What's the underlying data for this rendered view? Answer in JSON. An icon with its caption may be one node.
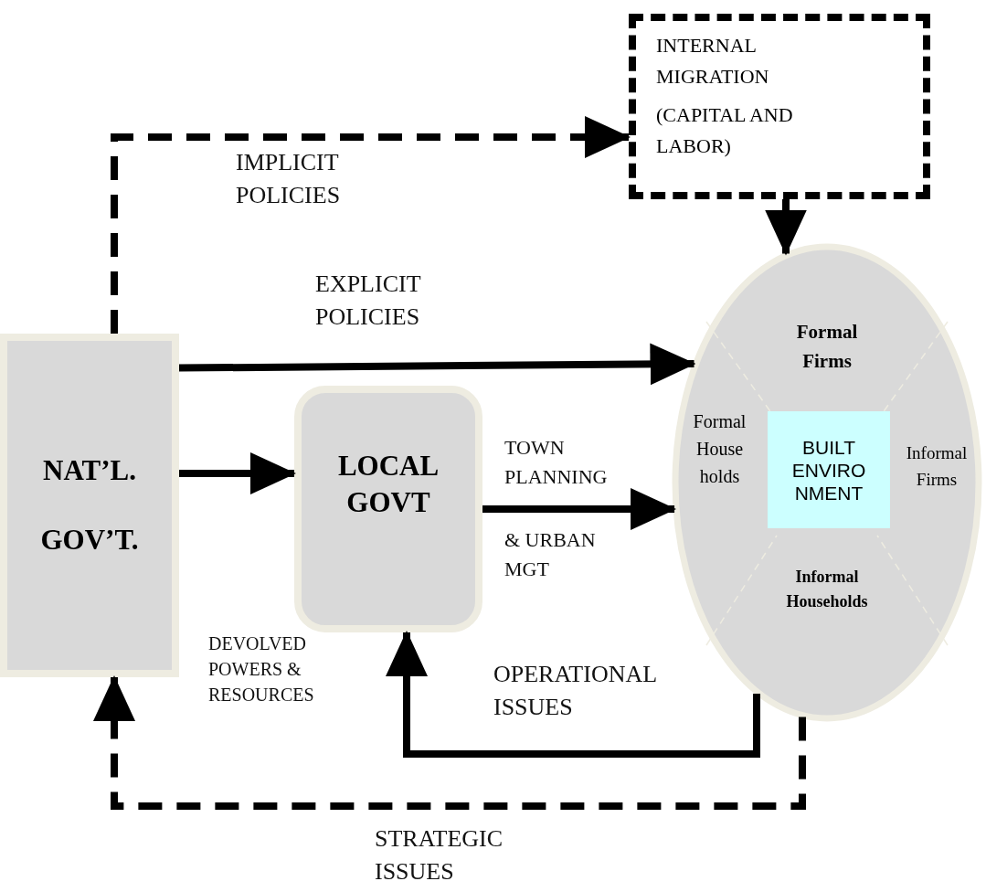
{
  "diagram": {
    "nodes": [
      {
        "text": [
          "NAT’L.",
          "GOV’T."
        ]
      },
      {
        "text": [
          "LOCAL GOVT"
        ]
      },
      {
        "text": [
          "INTERNAL MIGRATION",
          "(CAPITAL AND LABOR)"
        ]
      },
      {
        "text": [
          "Formal Firms",
          "Formal House holds",
          "Informal Firms",
          "Informal Households"
        ]
      },
      {
        "text": [
          "BUILT ENVIRO NMENT"
        ],
        "in": 3
      }
    ],
    "edges": [
      {
        "from": 0,
        "to": 2,
        "arrow": "to",
        "style": "dashed"
      },
      {
        "from": 0,
        "to": 3,
        "arrow": "to"
      },
      {
        "from": 0,
        "to": 1,
        "arrow": "to"
      },
      {
        "from": 1,
        "to": 3,
        "arrow": "to"
      },
      {
        "from": 2,
        "to": 3,
        "arrow": "to"
      },
      {
        "from": 3,
        "to": 1,
        "arrow": "to"
      },
      {
        "from": 3,
        "to": 0,
        "arrow": "to",
        "style": "dashed"
      }
    ],
    "labels": [
      "IMPLICIT POLICIES",
      "EXPLICIT POLICIES",
      "TOWN PLANNING",
      "& URBAN MGT",
      "DEVOLVED POWERS & RESOURCES",
      "OPERATIONAL ISSUES",
      "STRATEGIC ISSUES"
    ]
  }
}
